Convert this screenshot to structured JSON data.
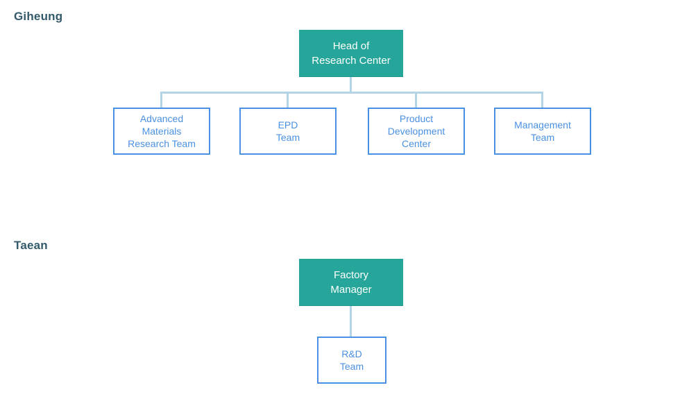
{
  "page": {
    "background": "#ffffff"
  },
  "colors": {
    "primary_node_bg": "#26a69a",
    "primary_node_text": "#ffffff",
    "secondary_node_border": "#4a90e2",
    "secondary_node_text": "#4a90e2",
    "connector_line": "#b3d4e6",
    "section_title_text": "#335a6b"
  },
  "sections": [
    {
      "title": "Giheung",
      "root": {
        "label": "Head of\nResearch Center"
      },
      "children": [
        {
          "label": "Advanced\nMaterials\nResearch Team"
        },
        {
          "label": "EPD\nTeam"
        },
        {
          "label": "Product\nDevelopment\nCenter"
        },
        {
          "label": "Management\nTeam"
        }
      ]
    },
    {
      "title": "Taean",
      "root": {
        "label": "Factory\nManager"
      },
      "children": [
        {
          "label": "R&D\nTeam"
        }
      ]
    }
  ]
}
